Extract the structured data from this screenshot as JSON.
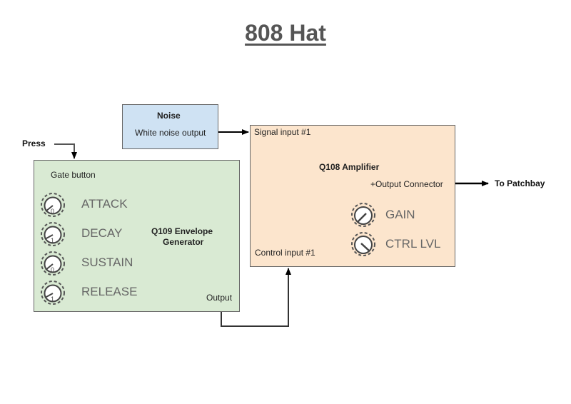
{
  "title": "808 Hat",
  "noise": {
    "title": "Noise",
    "output": "White noise output"
  },
  "press_label": "Press",
  "envelope": {
    "gate": "Gate button",
    "title_line1": "Q109 Envelope",
    "title_line2": "Generator",
    "output": "Output",
    "knobs": [
      {
        "label": "ATTACK",
        "mark": "0"
      },
      {
        "label": "DECAY",
        "mark": "1"
      },
      {
        "label": "SUSTAIN",
        "mark": "0"
      },
      {
        "label": "RELEASE",
        "mark": "1"
      }
    ]
  },
  "amplifier": {
    "signal_input": "Signal input #1",
    "title": "Q108 Amplifier",
    "output_connector": "+Output Connector",
    "control_input": "Control input #1",
    "knobs": [
      {
        "label": "GAIN"
      },
      {
        "label": "CTRL LVL"
      }
    ]
  },
  "patchbay_label": "To Patchbay",
  "colors": {
    "noise_fill": "#cfe2f3",
    "amp_fill": "#fce5cd",
    "eg_fill": "#d9ead3",
    "wire": "#000000"
  }
}
